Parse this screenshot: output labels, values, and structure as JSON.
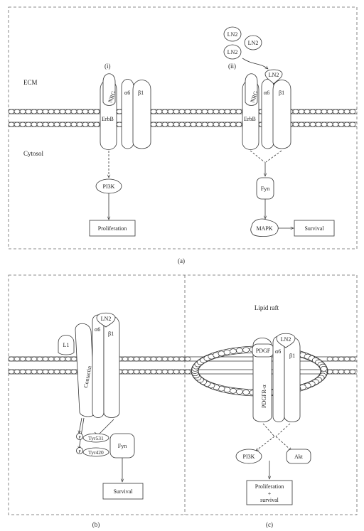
{
  "panel_a": {
    "caption": "(a)",
    "ecm_label": "ECM",
    "cytosol_label": "Cytosol",
    "sub_i": "(i)",
    "sub_ii": "(ii)",
    "nrg": "NRG",
    "erbb": "ErbB",
    "alpha6": "α6",
    "beta1": "β1",
    "ln2": "LN2",
    "pi3k": "PI3K",
    "proliferation": "Proliferation",
    "fyn": "Fyn",
    "mapk": "MAPK",
    "survival": "Survival"
  },
  "panel_b": {
    "caption": "(b)",
    "l1": "L1",
    "contactin": "Contactin",
    "ln2": "LN2",
    "alpha6": "α6",
    "beta1": "β1",
    "p": "P",
    "tyr531": "Tyr531",
    "tyr420": "Tyr420",
    "fyn": "Fyn",
    "survival": "Survival"
  },
  "panel_c": {
    "caption": "(c)",
    "lipid_raft": "Lipid raft",
    "pdgf": "PDGF",
    "pdgfr": "PDGFR-α",
    "ln2": "LN2",
    "alpha6": "α6",
    "beta1": "β1",
    "pi3k": "PI3K",
    "akt": "Akt",
    "prolif_line1": "Proliferation",
    "prolif_line2": "+",
    "prolif_line3": "survival"
  }
}
